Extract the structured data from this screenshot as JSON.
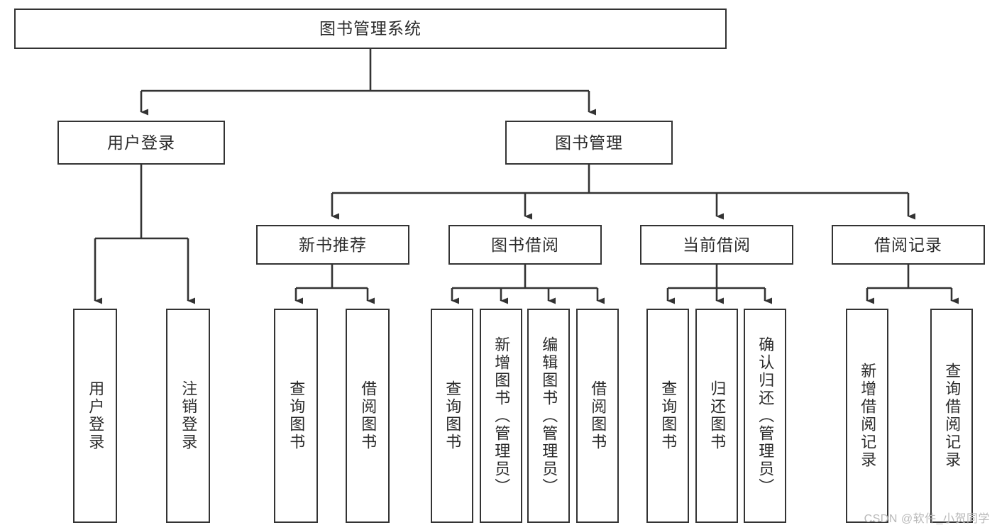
{
  "diagram": {
    "title": "图书管理系统",
    "watermark": "CSDN @软件_小贺同学",
    "colors": {
      "node_border": "#333333",
      "node_fill": "#ffffff",
      "connector": "#333333",
      "text": "#2b2b2b",
      "watermark": "#b9b9b9"
    },
    "root": {
      "label": "图书管理系统"
    },
    "level2": [
      {
        "label": "用户登录"
      },
      {
        "label": "图书管理"
      }
    ],
    "level3": [
      {
        "label": "新书推荐"
      },
      {
        "label": "图书借阅"
      },
      {
        "label": "当前借阅"
      },
      {
        "label": "借阅记录"
      }
    ],
    "leaves": {
      "user_login": [
        {
          "label": "用户登录"
        },
        {
          "label": "注销登录"
        }
      ],
      "new_book": [
        {
          "label": "查询图书"
        },
        {
          "label": "借阅图书"
        }
      ],
      "book_borrow": [
        {
          "label": "查询图书"
        },
        {
          "label": "新增图书（管理员）"
        },
        {
          "label": "编辑图书（管理员）"
        },
        {
          "label": "借阅图书"
        }
      ],
      "current_borrow": [
        {
          "label": "查询图书"
        },
        {
          "label": "归还图书"
        },
        {
          "label": "确认归还（管理员）"
        }
      ],
      "borrow_record": [
        {
          "label": "新增借阅记录"
        },
        {
          "label": "查询借阅记录"
        }
      ]
    }
  }
}
